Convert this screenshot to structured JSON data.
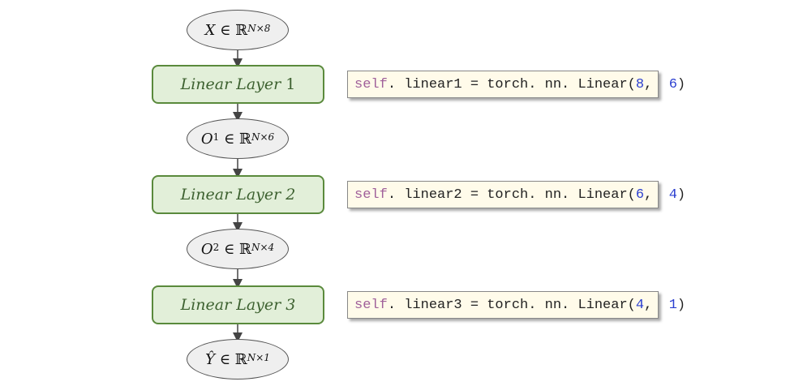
{
  "nodes": [
    {
      "var": "X",
      "hat": false,
      "sup": "",
      "dims": "N×8"
    },
    {
      "var": "O",
      "hat": false,
      "sup": "1",
      "dims": "N×6"
    },
    {
      "var": "O",
      "hat": false,
      "sup": "2",
      "dims": "N×4"
    },
    {
      "var": "Ŷ",
      "hat": true,
      "sup": "",
      "dims": "N×1"
    }
  ],
  "element_of": "∈",
  "reals": "ℝ",
  "layers": [
    {
      "label": "Linear Layer",
      "index": "1",
      "code": {
        "self": "self",
        "rest": ". linear1 = torch. nn. Linear(",
        "a": "8",
        "sep": ",  ",
        "b": "6",
        "close": ")"
      }
    },
    {
      "label": "Linear Layer",
      "index": "2",
      "code": {
        "self": "self",
        "rest": ". linear2 = torch. nn. Linear(",
        "a": "6",
        "sep": ",  ",
        "b": "4",
        "close": ")"
      }
    },
    {
      "label": "Linear Layer",
      "index": "3",
      "code": {
        "self": "self",
        "rest": ". linear3 = torch. nn. Linear(",
        "a": "4",
        "sep": ",  ",
        "b": "1",
        "close": ")"
      }
    }
  ],
  "colors": {
    "layer_fill": "#e2efd9",
    "layer_border": "#5a8a3c",
    "node_fill": "#efefef",
    "code_fill": "#fffbea",
    "keyword": "#a0609a",
    "number": "#2b3fd0"
  }
}
